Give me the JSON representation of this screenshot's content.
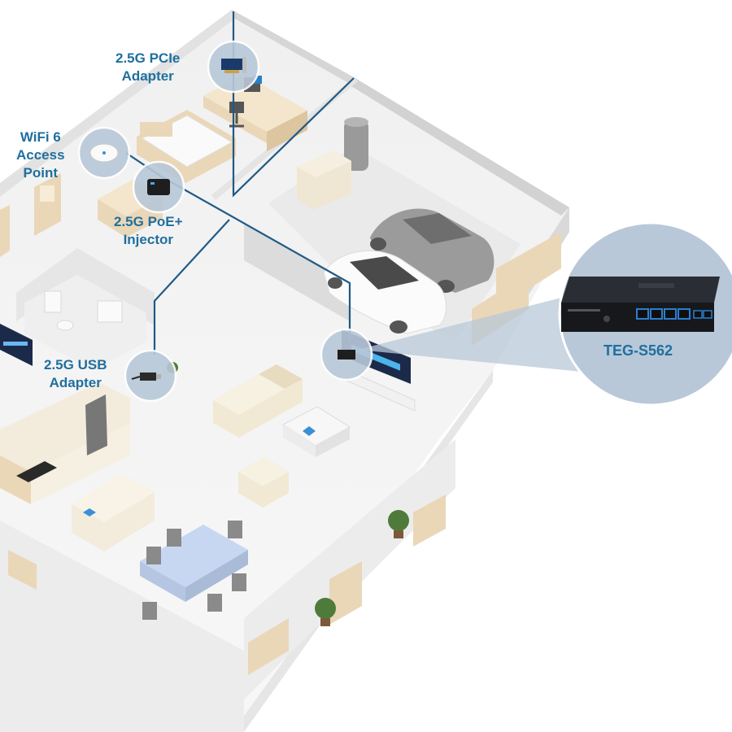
{
  "callouts": {
    "pcie": {
      "line1": "2.5G PCIe",
      "line2": "Adapter",
      "icon": "pcie-card-icon"
    },
    "wifi": {
      "line1": "WiFi 6",
      "line2": "Access",
      "line3": "Point",
      "icon": "access-point-icon"
    },
    "poe": {
      "line1": "2.5G PoE+",
      "line2": "Injector",
      "icon": "poe-injector-icon"
    },
    "usb": {
      "line1": "2.5G USB",
      "line2": "Adapter",
      "icon": "usb-adapter-icon"
    },
    "switch": {
      "label": "TEG-S562",
      "icon": "network-switch-icon"
    }
  },
  "colors": {
    "label_blue": "#1f6f9e",
    "cable_blue": "#1f5a86",
    "callout_fill": "#b8c8d8",
    "floor": "#f4f4f4",
    "wall": "#dedede",
    "wood": "#ead7b8"
  }
}
